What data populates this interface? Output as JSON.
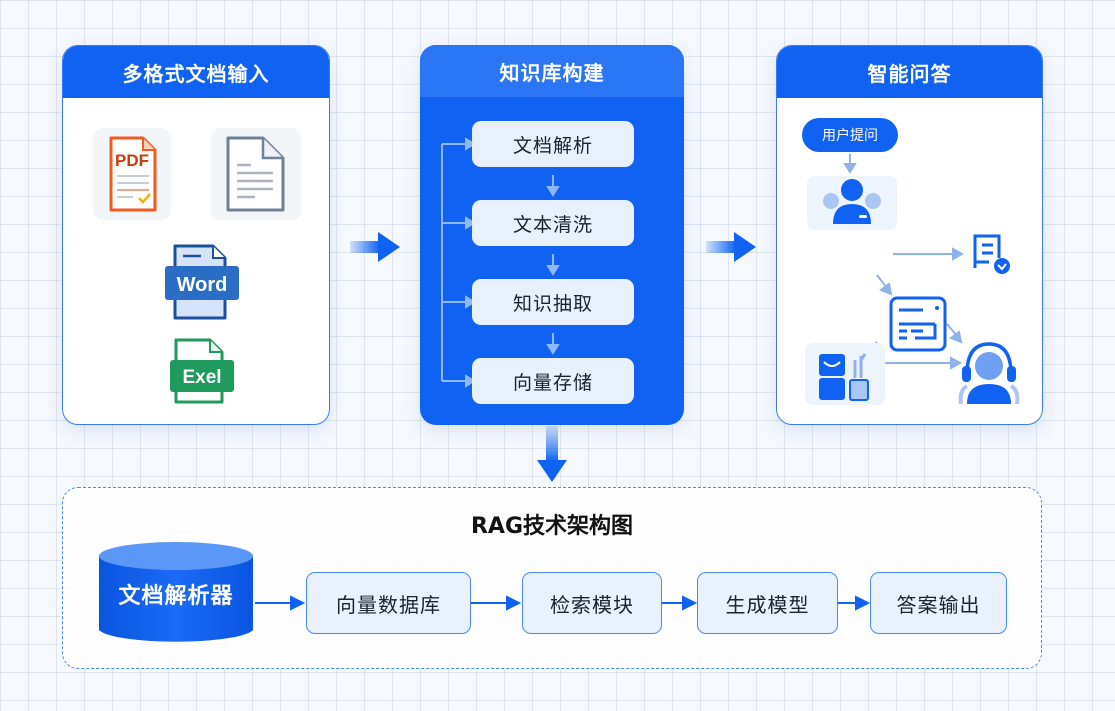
{
  "cards": {
    "input": {
      "title": "多格式文档输入",
      "icons": [
        {
          "name": "pdf-file-icon",
          "label": "PDF"
        },
        {
          "name": "text-file-icon",
          "label": ""
        },
        {
          "name": "word-file-icon",
          "label": "Word"
        },
        {
          "name": "excel-file-icon",
          "label": "Exel"
        }
      ]
    },
    "knowledge_base": {
      "title": "知识库构建",
      "steps": [
        "文档解析",
        "文本清洗",
        "知识抽取",
        "向量存储"
      ]
    },
    "qa": {
      "title": "智能问答",
      "pill": "用户提问",
      "icons": [
        "user-group-icon",
        "document-check-icon",
        "browser-window-icon",
        "robot-plant-icon",
        "support-agent-icon"
      ]
    }
  },
  "rag": {
    "title": "RAG技术架构图",
    "parser": "文档解析器",
    "nodes": [
      "向量数据库",
      "检索模块",
      "生成模型",
      "答案输出"
    ]
  },
  "colors": {
    "primary": "#0f62f2",
    "header_light": "#2a76f5",
    "node_fill": "#e9f1fc",
    "arrow_light": "#8fb2ea"
  }
}
